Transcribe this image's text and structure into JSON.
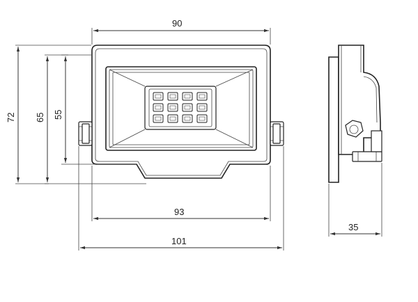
{
  "dimensions": {
    "top_width": "90",
    "height_outer": "72",
    "height_mid": "65",
    "height_inner": "55",
    "width_inner": "93",
    "width_total": "101",
    "depth": "35"
  },
  "led_grid": {
    "rows": 3,
    "cols": 4
  }
}
